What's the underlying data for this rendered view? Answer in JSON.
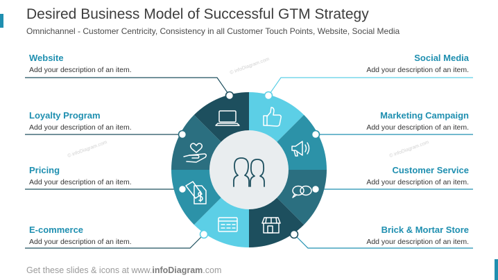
{
  "title": "Desired Business Model of Successful GTM Strategy",
  "subtitle": "Omnichannel - Customer Centricity, Consistency in all Customer Touch Points, Website, Social Media",
  "items": {
    "website": {
      "heading": "Website",
      "description": "Add your description of an item."
    },
    "loyalty": {
      "heading": "Loyalty Program",
      "description": "Add your description of an item."
    },
    "pricing": {
      "heading": "Pricing",
      "description": "Add your description of an item."
    },
    "ecommerce": {
      "heading": "E-commerce",
      "description": "Add your description of an item."
    },
    "social": {
      "heading": "Social Media",
      "description": "Add your description of an item."
    },
    "marketing": {
      "heading": "Marketing Campaign",
      "description": "Add your description of an item."
    },
    "customer": {
      "heading": "Customer Service",
      "description": "Add your description of an item."
    },
    "brick": {
      "heading": "Brick & Mortar Store",
      "description": "Add your description of an item."
    }
  },
  "footer": {
    "prefix": "Get these slides & icons at www.",
    "brand": "infoDiagram",
    "suffix": ".com"
  },
  "watermark": "© infoDiagram.com",
  "colors": {
    "accent": "#1f8fb0",
    "dark": "#1d4f5e",
    "mid_dark": "#2b6f80",
    "teal": "#2c92a8",
    "light": "#5ccfe6",
    "center": "#e9edef"
  },
  "icons": [
    "laptop-icon",
    "thumbs-up-icon",
    "megaphone-icon",
    "chat-bubbles-icon",
    "store-icon",
    "browser-window-icon",
    "price-tag-icon",
    "hand-heart-icon",
    "people-icon"
  ]
}
